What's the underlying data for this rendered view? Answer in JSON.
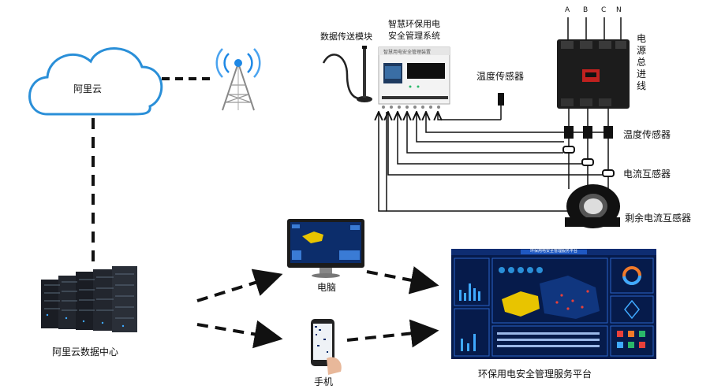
{
  "labels": {
    "cloud": "阿里云",
    "datacenter": "阿里云数据中心",
    "antenna_module": "数据传送模块",
    "system_title_line1": "智慧环保用电",
    "system_title_line2": "安全管理系统",
    "temp_sensor_top": "温度传感器",
    "main_line": "电源总进线",
    "temp_sensor_right": "温度传感器",
    "current_transformer": "电流互感器",
    "residual_ct": "剩余电流互感器",
    "pc": "电脑",
    "phone": "手机",
    "platform": "环保用电安全管理服务平台"
  },
  "phases": [
    "A",
    "B",
    "C",
    "N"
  ],
  "device_header": "智慧用电安全管理装置",
  "dashboard_title": "环保用电安全管理服务平台",
  "colors": {
    "line": "#111111",
    "cloud": "#2a8fd8",
    "screen": "#0b2a66",
    "map": "#e8c400"
  }
}
